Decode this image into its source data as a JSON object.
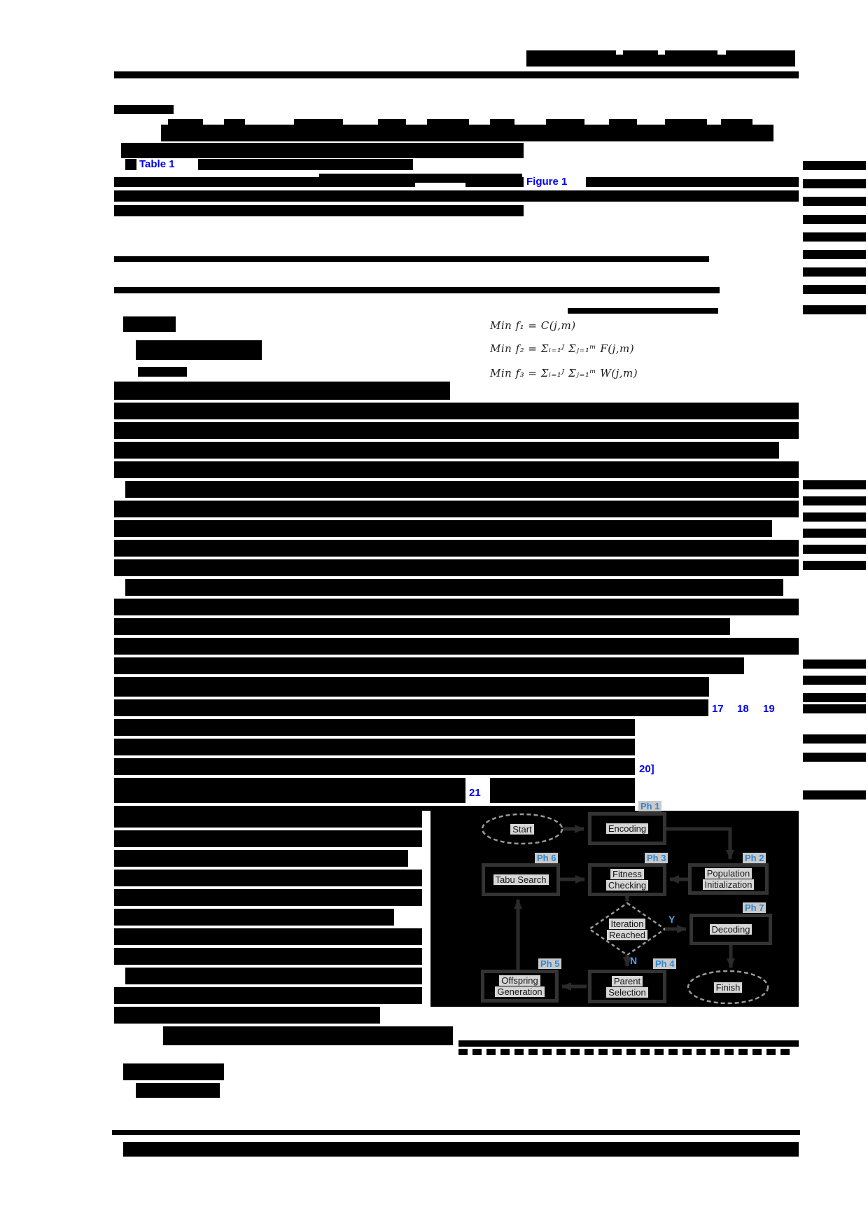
{
  "document": {
    "links": {
      "table_ref": "Table 1",
      "figure_ref": "Figure 1",
      "citations": [
        "17",
        "18",
        "19"
      ],
      "citation_20": "20]",
      "citation_21": "21"
    },
    "equations": [
      "Min f₁ = C(j,m)",
      "Min f₂ = Σᵢ₌₁ᴶ Σⱼ₌₁ᵐ F(j,m)",
      "Min f₃ = Σᵢ₌₁ᴶ Σⱼ₌₁ᵐ W(j,m)"
    ]
  },
  "flowchart": {
    "phases": [
      "Ph 1",
      "Ph 2",
      "Ph 3",
      "Ph 4",
      "Ph 5",
      "Ph 6",
      "Ph 7"
    ],
    "nodes": {
      "start": "Start",
      "encoding": "Encoding",
      "tabu_search": "Tabu Search",
      "fitness": [
        "Fitness",
        "Checking"
      ],
      "population": [
        "Population",
        "Initialization"
      ],
      "iteration": [
        "Iteration",
        "Reached"
      ],
      "decoding": "Decoding",
      "offspring": [
        "Offspring",
        "Generation"
      ],
      "parent": [
        "Parent",
        "Selection"
      ],
      "finish": "Finish"
    },
    "branch": {
      "yes": "Y",
      "no": "N"
    },
    "colors": {
      "link_blue": "#0000f0",
      "phase_label_blue": "#2f86d6",
      "branch_blue": "#4da3f0",
      "figure_background": "#000000",
      "box_border": "#333333",
      "label_patch": "#d6d6d6"
    }
  }
}
